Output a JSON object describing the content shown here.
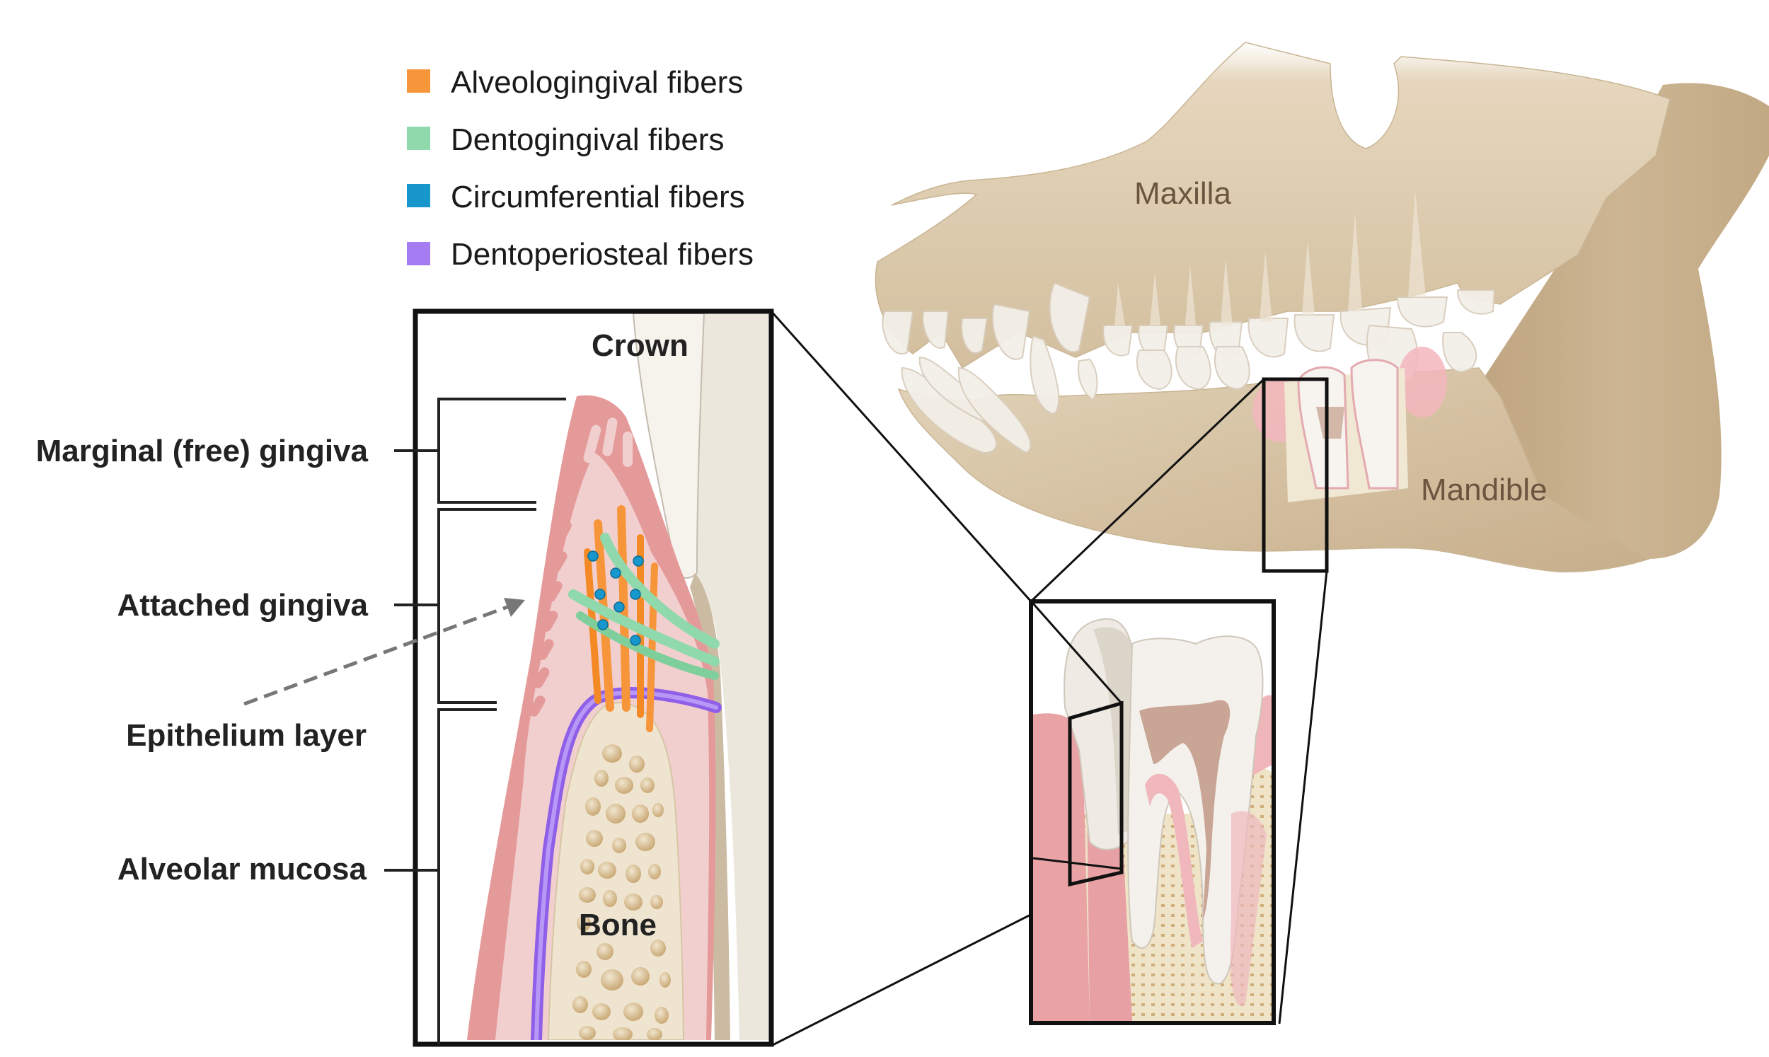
{
  "legend": {
    "items": [
      {
        "label": "Alveologingival fibers",
        "color": "#f7953a"
      },
      {
        "label": "Dentogingival fibers",
        "color": "#8fd9ac"
      },
      {
        "label": "Circumferential fibers",
        "color": "#1797cc"
      },
      {
        "label": "Dentoperiosteal fibers",
        "color": "#a57cf2"
      }
    ]
  },
  "zone_labels": {
    "marginal": "Marginal (free) gingiva",
    "attached": "Attached gingiva",
    "epithelium": "Epithelium layer",
    "mucosa": "Alveolar mucosa"
  },
  "inset_labels": {
    "crown": "Crown",
    "bone": "Bone"
  },
  "skull_labels": {
    "maxilla": "Maxilla",
    "mandible": "Mandible"
  },
  "colors": {
    "gingiva_dark": "#e59a9a",
    "gingiva_light": "#f2cfcf",
    "bone_fill": "#efe4cf",
    "bone_pore": "#c9a87a",
    "enamel": "#f5f2ec",
    "dentin": "#ece6dc",
    "skull": "#d9c7a8",
    "skull_dark": "#c4ac8a",
    "label_brown": "#6b5540"
  }
}
